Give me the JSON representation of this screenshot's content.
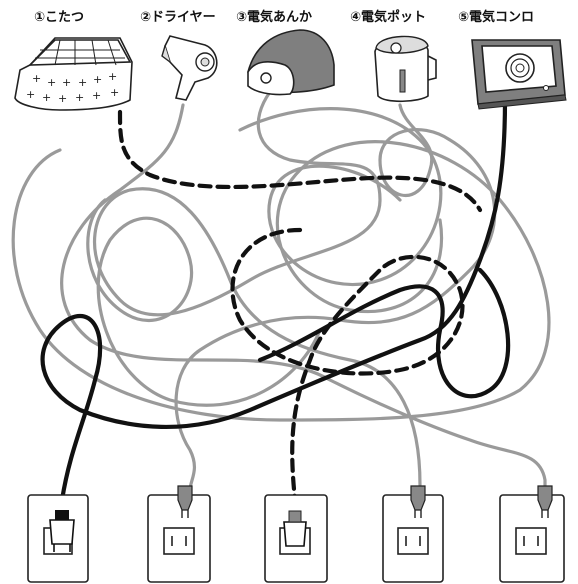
{
  "appliances": [
    {
      "label": "①こたつ"
    },
    {
      "label": "②ドライヤー"
    },
    {
      "label": "③電気あんか"
    },
    {
      "label": "④電気ポット"
    },
    {
      "label": "⑤電気コンロ"
    }
  ]
}
